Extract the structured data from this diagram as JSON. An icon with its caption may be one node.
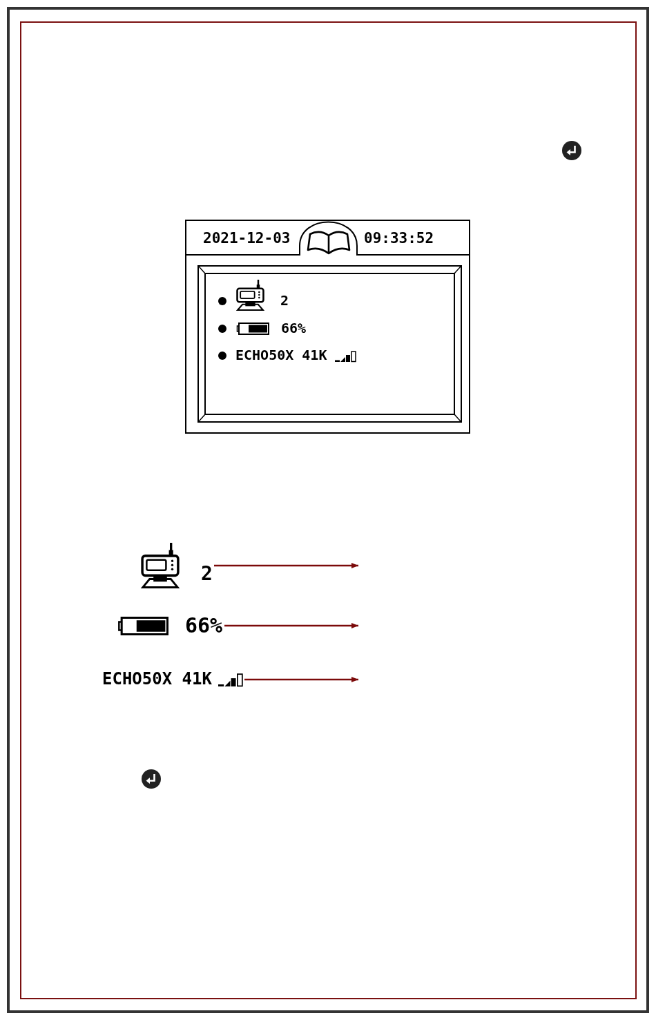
{
  "diagram": {
    "nodes": [
      {
        "text": [
          "2021-12-03",
          "09:33:52"
        ]
      },
      {
        "text": [
          "2",
          "66%",
          "ECHO50X 41K"
        ],
        "in": 0
      },
      {
        "text": [
          "2"
        ]
      },
      {
        "text": [
          "66%"
        ]
      },
      {
        "text": [
          "ECHO50X 41K"
        ]
      }
    ],
    "edges": [
      {
        "from": 2,
        "to": null,
        "arrow": "to"
      },
      {
        "from": 3,
        "to": null,
        "arrow": "to"
      },
      {
        "from": 4,
        "to": null,
        "arrow": "to"
      }
    ]
  }
}
